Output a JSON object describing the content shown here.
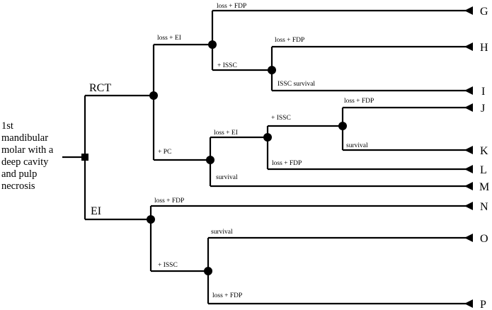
{
  "root_label": [
    "1st",
    "mandibular",
    "molar with a",
    "deep cavity",
    "and pulp",
    "necrosis"
  ],
  "branches": {
    "rct": "RCT",
    "ei": "EI",
    "rct_loss_ei": "loss + EI",
    "rct_pc": "+ PC",
    "a_loss_fdp": "loss + FDP",
    "a_issc": "+ ISSC",
    "b_loss_fdp": "loss + FDP",
    "b_issc_survival": "ISSC survival",
    "c_loss_ei": "loss + EI",
    "c_survival": "survival",
    "d_issc": "+ ISSC",
    "d_loss_fdp": "loss + FDP",
    "e_loss_fdp": "loss + FDP",
    "e_survival": "survival",
    "ei_loss_fdp": "loss + FDP",
    "ei_issc": "+ ISSC",
    "f_survival": "survival",
    "f_loss_fdp": "loss + FDP"
  },
  "outcomes": [
    "G",
    "H",
    "I",
    "J",
    "K",
    "L",
    "M",
    "N",
    "O",
    "P"
  ]
}
